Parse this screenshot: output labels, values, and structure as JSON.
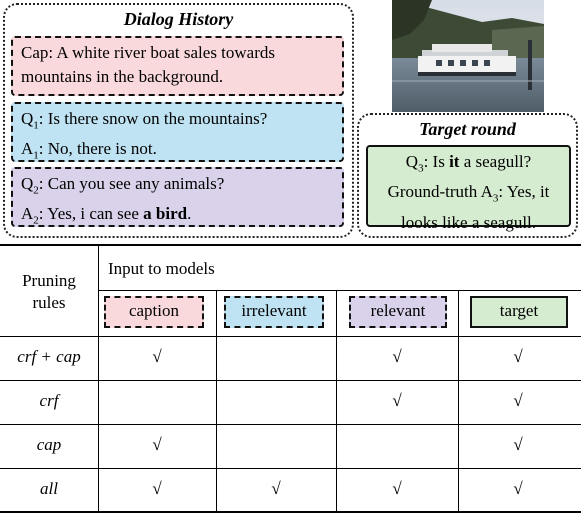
{
  "dialog_history": {
    "title": "Dialog History",
    "caption": "Cap: A white river boat sales towards mountains in the background.",
    "q1": "Q",
    "q1_sub": "1",
    "q1_text": ": Is there snow on the mountains?",
    "a1": "A",
    "a1_sub": "1",
    "a1_text": ": No, there is not.",
    "q2": "Q",
    "q2_sub": "2",
    "q2_text": ": Can you see any animals?",
    "a2": "A",
    "a2_sub": "2",
    "a2_text_pre": ": Yes, i can see ",
    "a2_text_bold": "a bird",
    "a2_text_post": "."
  },
  "target_round": {
    "title": "Target round",
    "q3": "Q",
    "q3_sub": "3",
    "q3_pre": ": Is ",
    "q3_bold": "it",
    "q3_post": " a seagull?",
    "gt_pre": "Ground-truth A",
    "gt_sub": "3",
    "gt_post": ": Yes, it",
    "gt_line2": "looks like a seagull."
  },
  "table": {
    "header_rules": "Pruning rules",
    "header_rules_line1": "Pruning",
    "header_rules_line2": "rules",
    "header_input": "Input to models",
    "legend": {
      "caption": "caption",
      "irrelevant": "irrelevant",
      "relevant": "relevant",
      "target": "target"
    },
    "rows": [
      {
        "label": "crf + cap",
        "caption": true,
        "irrelevant": false,
        "relevant": true,
        "target": true
      },
      {
        "label": "crf",
        "caption": false,
        "irrelevant": false,
        "relevant": true,
        "target": true
      },
      {
        "label": "cap",
        "caption": true,
        "irrelevant": false,
        "relevant": false,
        "target": true
      },
      {
        "label": "all",
        "caption": true,
        "irrelevant": true,
        "relevant": true,
        "target": true
      }
    ],
    "check_symbol": "√"
  },
  "colors": {
    "caption": "#f9d9dc",
    "irrelevant": "#bfe3f3",
    "relevant": "#d9d2ea",
    "target": "#d6ecd0"
  }
}
